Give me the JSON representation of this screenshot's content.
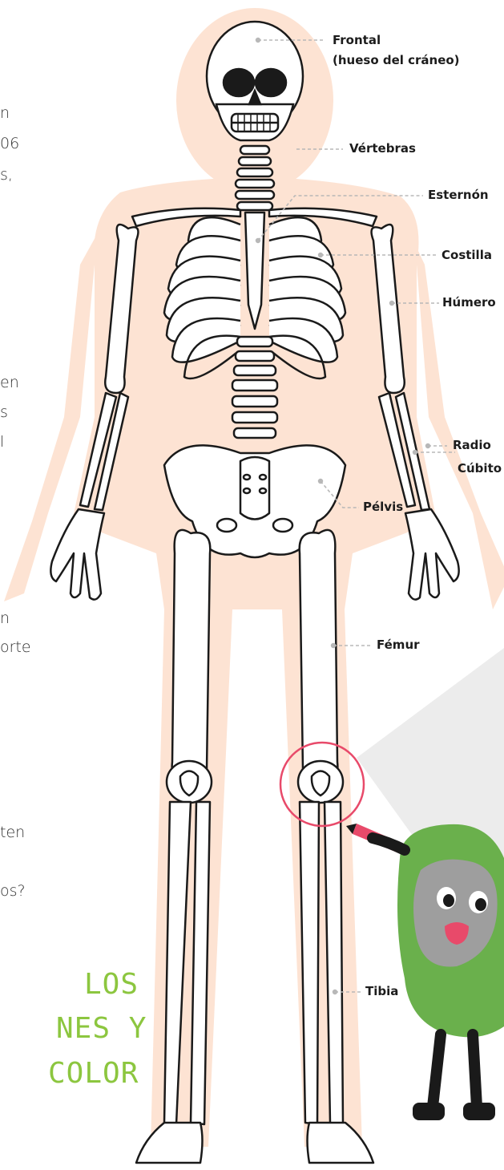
{
  "labels": {
    "frontal": "Frontal",
    "frontal_sub": "(hueso del cráneo)",
    "vertebras": "Vértebras",
    "esternon": "Esternón",
    "costilla": "Costilla",
    "humero": "Húmero",
    "radio": "Radio",
    "cubito": "Cúbito",
    "pelvis": "Pélvis",
    "femur": "Fémur",
    "tibia": "Tibia"
  },
  "left_text_fragments": [
    "n",
    "06",
    "s,",
    "en",
    "s",
    "l",
    "n",
    "orte",
    "ten",
    "os?"
  ],
  "green_text": [
    "LOS",
    "NES Y",
    "COLOR"
  ],
  "colors": {
    "body_silhouette": "#fde3d3",
    "bone_fill": "#ffffff",
    "bone_stroke": "#1a1a1a",
    "leader_line": "#b8b8b8",
    "circle_highlight": "#e84a6a",
    "mascot_green": "#6ab04c",
    "mascot_grey": "#9e9e9e",
    "green_text": "#8cc63f"
  },
  "icons": [
    "skull-icon",
    "mascot-character",
    "pencil-icon",
    "knee-highlight-circle"
  ]
}
